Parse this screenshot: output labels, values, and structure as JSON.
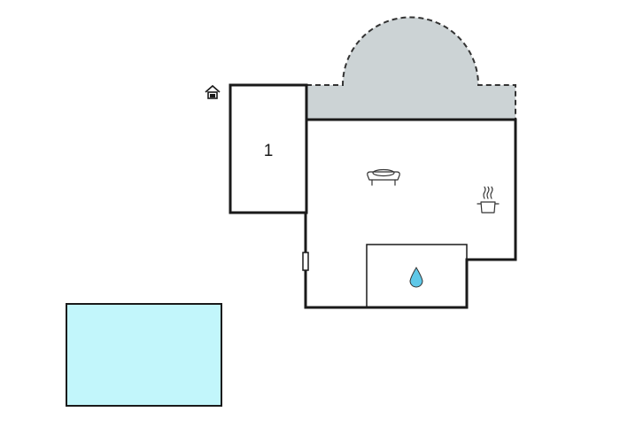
{
  "floor_plan": {
    "rooms": [
      {
        "id": "bedroom",
        "label": "1"
      },
      {
        "id": "living",
        "label": ""
      },
      {
        "id": "bathroom",
        "label": ""
      }
    ],
    "icons": [
      "entrance-icon",
      "sofa-icon",
      "kitchen-pot-icon",
      "water-drop-icon"
    ],
    "colors": {
      "terrace": "#ccd3d5",
      "pool": "#c2f6fb",
      "walls": "#1a1a1a",
      "terrace_outline": "#333333",
      "water_drop": "#5fc8e8"
    }
  }
}
